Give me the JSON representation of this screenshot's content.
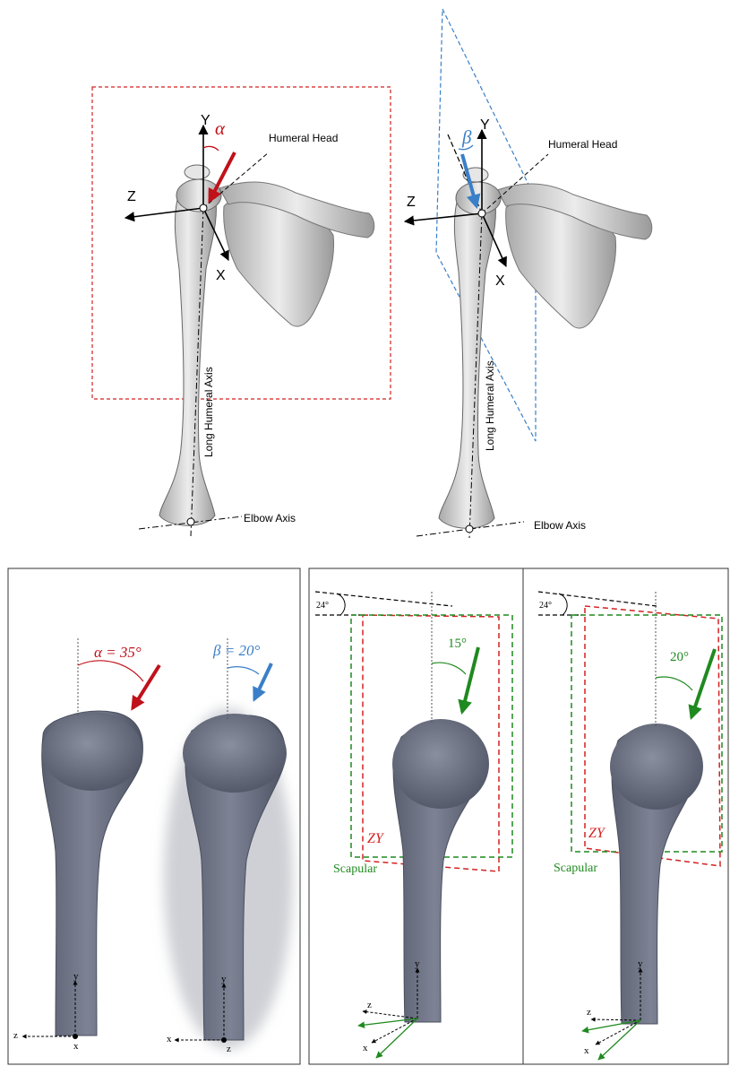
{
  "top_left": {
    "axis_y": "Y",
    "axis_z": "Z",
    "axis_x": "X",
    "angle": "α",
    "humeral_head": "Humeral Head",
    "long_axis": "Long Humeral Axis",
    "elbow_axis": "Elbow Axis"
  },
  "top_right": {
    "axis_y": "Y",
    "axis_z": "Z",
    "axis_x": "X",
    "angle": "β",
    "humeral_head": "Humeral Head",
    "long_axis": "Long Humeral Axis",
    "elbow_axis": "Elbow Axis"
  },
  "panel_a": {
    "alpha_label": "α = 35°",
    "beta_label": "β = 20°",
    "y1": "y",
    "z1": "z",
    "x1": "x",
    "y2": "y",
    "x2": "x",
    "z2": "z"
  },
  "panel_b": {
    "tilt": "24°",
    "angle": "15°",
    "plane_zy": "ZY",
    "plane_scapular": "Scapular",
    "y": "y",
    "z": "z",
    "x": "x"
  },
  "panel_c": {
    "tilt": "24°",
    "angle": "20°",
    "plane_zy": "ZY",
    "plane_scapular": "Scapular",
    "y": "y",
    "z": "z",
    "x": "x"
  },
  "colors": {
    "red": "#c0111a",
    "blue": "#3a7fc8",
    "green": "#1f8a1f",
    "bone_gray": "#5d6274",
    "bone_light": "#d9d9d9"
  }
}
